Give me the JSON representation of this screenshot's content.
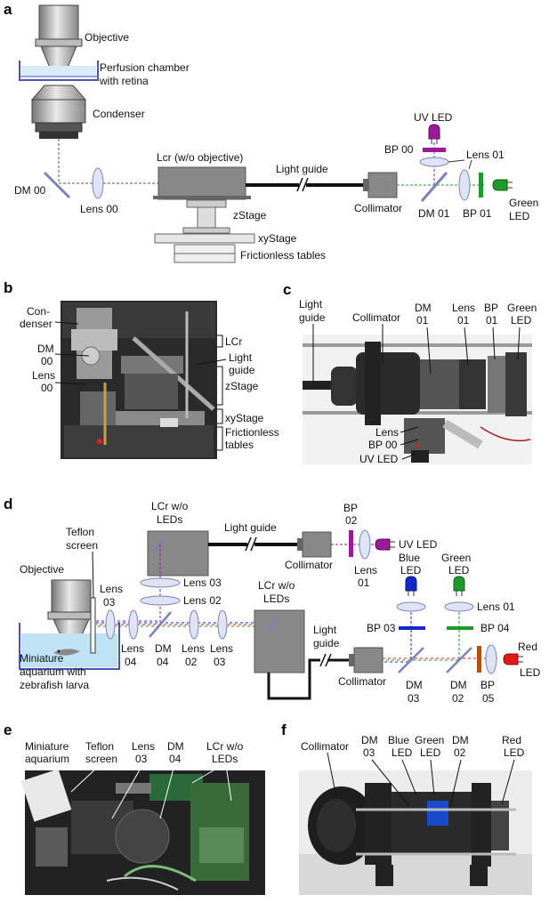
{
  "panels": {
    "a": {
      "letter": "a",
      "labels": {
        "objective": "Objective",
        "perfusion_1": "Perfusion chamber",
        "perfusion_2": "with retina",
        "condenser": "Condenser",
        "dm00": "DM 00",
        "lens00": "Lens 00",
        "lcr": "Lcr (w/o objective)",
        "light_guide": "Light guide",
        "zstage": "zStage",
        "xystage": "xyStage",
        "frictionless": "Frictionless tables",
        "collimator": "Collimator",
        "uv_led": "UV LED",
        "bp00": "BP 00",
        "lens01": "Lens 01",
        "dm01": "DM 01",
        "bp01": "BP 01",
        "green_led_1": "Green",
        "green_led_2": "LED"
      }
    },
    "b": {
      "letter": "b",
      "labels": {
        "condenser_1": "Con-",
        "condenser_2": "denser",
        "dm_1": "DM",
        "dm_2": "00",
        "lens_1": "Lens",
        "lens_2": "00",
        "lcr": "LCr",
        "light_guide_1": "Light",
        "light_guide_2": "guide",
        "zstage": "zStage",
        "xystage": "xyStage",
        "frictionless_1": "Frictionless",
        "frictionless_2": "tables"
      }
    },
    "c": {
      "letter": "c",
      "labels": {
        "light_guide_1": "Light",
        "light_guide_2": "guide",
        "collimator": "Collimator",
        "dm_1": "DM",
        "dm_2": "01",
        "lens_1": "Lens",
        "lens_2": "01",
        "bp_1": "BP",
        "bp_2": "01",
        "green_1": "Green",
        "green_2": "LED",
        "lens": "Lens",
        "bp00": "BP 00",
        "uv_led": "UV LED"
      }
    },
    "d": {
      "letter": "d",
      "labels": {
        "lcr_top_1": "LCr w/o",
        "lcr_top_2": "LEDs",
        "light_guide_top": "Light guide",
        "collimator_top": "Collimator",
        "bp02_1": "BP",
        "bp02_2": "02",
        "lens01_top_1": "Lens",
        "lens01_top_2": "01",
        "uv_led": "UV LED",
        "teflon_1": "Teflon",
        "teflon_2": "screen",
        "objective": "Objective",
        "lens03_left_1": "Lens",
        "lens03_left_2": "03",
        "lens03_mid": "Lens 03",
        "lens02_mid": "Lens 02",
        "lcr_mid_1": "LCr w/o",
        "lcr_mid_2": "LEDs",
        "blue_led_1": "Blue",
        "blue_led_2": "LED",
        "green_led_1": "Green",
        "green_led_2": "LED",
        "lens01_right": "Lens 01",
        "light_guide_mid_1": "Light",
        "light_guide_mid_2": "guide",
        "bp03": "BP 03",
        "bp04": "BP 04",
        "red_led_1": "Red",
        "red_led_2": "LED",
        "aquarium_1": "Miniature",
        "aquarium_2": "aquarium  with",
        "aquarium_3": "zebrafish larva",
        "lens04_1": "Lens",
        "lens04_2": "04",
        "dm04_1": "DM",
        "dm04_2": "04",
        "lens02_bot_1": "Lens",
        "lens02_bot_2": "02",
        "lens03_bot_1": "Lens",
        "lens03_bot_2": "03",
        "collimator_bot": "Collimator",
        "dm03_1": "DM",
        "dm03_2": "03",
        "dm02_1": "DM",
        "dm02_2": "02",
        "bp05_1": "BP",
        "bp05_2": "05"
      }
    },
    "e": {
      "letter": "e",
      "labels": {
        "aquarium_1": "Miniature",
        "aquarium_2": "aquarium",
        "teflon_1": "Teflon",
        "teflon_2": "screen",
        "lens_1": "Lens",
        "lens_2": "03",
        "dm_1": "DM",
        "dm_2": "04",
        "lcr_1": "LCr w/o",
        "lcr_2": "LEDs"
      }
    },
    "f": {
      "letter": "f",
      "labels": {
        "collimator": "Collimator",
        "dm03_1": "DM",
        "dm03_2": "03",
        "blue_1": "Blue",
        "blue_2": "LED",
        "green_1": "Green",
        "green_2": "LED",
        "dm02_1": "DM",
        "dm02_2": "02",
        "red_1": "Red",
        "red_2": "LED"
      }
    }
  },
  "colors": {
    "uv": "#9a1a9a",
    "green": "#1f9a2a",
    "blue": "#1428c8",
    "red": "#e01818",
    "lens": "#dfe3f3",
    "lens_edge": "#7a82b8",
    "device": "#8a8a8a",
    "device_dark": "#555555",
    "water": "#bfe3f5",
    "path": "#555555"
  }
}
